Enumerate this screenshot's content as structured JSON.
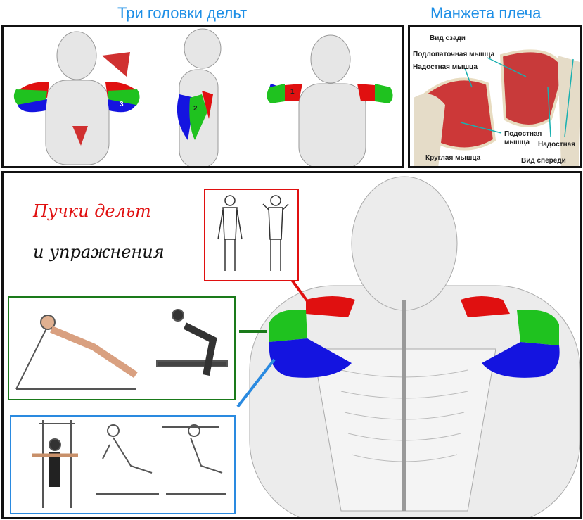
{
  "titles": {
    "three_heads": "Три головки дельт",
    "rotator_cuff": "Манжета плеча"
  },
  "three_heads_panel": {
    "numbers": [
      "1",
      "2",
      "3"
    ]
  },
  "rotator_cuff_panel": {
    "labels": {
      "back_view": "Вид сзади",
      "subscapularis": "Подлопаточная мышца",
      "supraspinatus": "Надостная мышца",
      "infraspinatus_1": "Подостная",
      "infraspinatus_2": "мышца",
      "supraspinatus_short": "Надостная",
      "teres": "Круглая мышца",
      "front_view": "Вид спереди"
    }
  },
  "main_panel": {
    "heading_line1": "Пучки дельт",
    "heading_line2": "и упражнения"
  },
  "colors": {
    "front": "#e01010",
    "middle": "#1fc21f",
    "rear": "#1414e0",
    "title": "#1e8fe6",
    "green_box": "#1a7a1a",
    "blue_box": "#2a8ae0"
  }
}
